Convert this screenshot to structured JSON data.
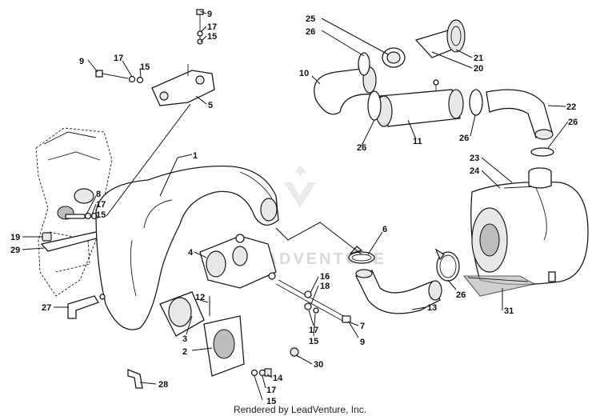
{
  "watermark": {
    "text": "LEADVENTURE"
  },
  "footer": {
    "text": "Rendered by LeadVenture, Inc."
  },
  "callouts": [
    {
      "id": "c9a",
      "label": "9"
    },
    {
      "id": "c17a",
      "label": "17"
    },
    {
      "id": "c15a",
      "label": "15"
    },
    {
      "id": "c9b",
      "label": "9"
    },
    {
      "id": "c17b",
      "label": "17"
    },
    {
      "id": "c15b",
      "label": "15"
    },
    {
      "id": "c5",
      "label": "5"
    },
    {
      "id": "c1",
      "label": "1"
    },
    {
      "id": "c8",
      "label": "8"
    },
    {
      "id": "c17c",
      "label": "17"
    },
    {
      "id": "c15c",
      "label": "15"
    },
    {
      "id": "c19",
      "label": "19"
    },
    {
      "id": "c29",
      "label": "29"
    },
    {
      "id": "c27",
      "label": "27"
    },
    {
      "id": "c4",
      "label": "4"
    },
    {
      "id": "c12",
      "label": "12"
    },
    {
      "id": "c3",
      "label": "3"
    },
    {
      "id": "c2",
      "label": "2"
    },
    {
      "id": "c28",
      "label": "28"
    },
    {
      "id": "c14",
      "label": "14"
    },
    {
      "id": "c17d",
      "label": "17"
    },
    {
      "id": "c15d",
      "label": "15"
    },
    {
      "id": "c30",
      "label": "30"
    },
    {
      "id": "c16",
      "label": "16"
    },
    {
      "id": "c18",
      "label": "18"
    },
    {
      "id": "c17e",
      "label": "17"
    },
    {
      "id": "c15e",
      "label": "15"
    },
    {
      "id": "c7",
      "label": "7"
    },
    {
      "id": "c9c",
      "label": "9"
    },
    {
      "id": "c6",
      "label": "6"
    },
    {
      "id": "c13",
      "label": "13"
    },
    {
      "id": "c26a",
      "label": "26"
    },
    {
      "id": "c31",
      "label": "31"
    },
    {
      "id": "c25",
      "label": "25"
    },
    {
      "id": "c26b",
      "label": "26"
    },
    {
      "id": "c21",
      "label": "21"
    },
    {
      "id": "c20",
      "label": "20"
    },
    {
      "id": "c10",
      "label": "10"
    },
    {
      "id": "c11",
      "label": "11"
    },
    {
      "id": "c26c",
      "label": "26"
    },
    {
      "id": "c26d",
      "label": "26"
    },
    {
      "id": "c22",
      "label": "22"
    },
    {
      "id": "c26e",
      "label": "26"
    },
    {
      "id": "c23",
      "label": "23"
    },
    {
      "id": "c24",
      "label": "24"
    }
  ]
}
